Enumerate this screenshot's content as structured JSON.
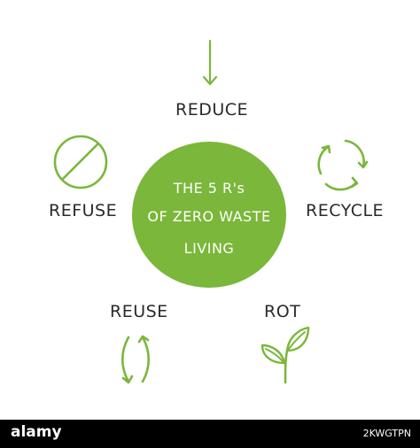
{
  "colors": {
    "accent": "#7ab73a",
    "text": "#2a2a2a",
    "footer_background": "#000000"
  },
  "center": {
    "line1": "THE 5 R's",
    "line2": "OF ZERO WASTE",
    "line3": "LIVING"
  },
  "items": {
    "reduce": {
      "label": "REDUCE",
      "icon": "down-arrow-icon"
    },
    "refuse": {
      "label": "REFUSE",
      "icon": "prohibited-icon"
    },
    "recycle": {
      "label": "RECYCLE",
      "icon": "recycle-arrows-icon"
    },
    "reuse": {
      "label": "REUSE",
      "icon": "reuse-arrows-icon"
    },
    "rot": {
      "label": "ROT",
      "icon": "sprout-icon"
    }
  },
  "footer": {
    "watermark": "alamy",
    "image_id": "2KWGTPN"
  }
}
